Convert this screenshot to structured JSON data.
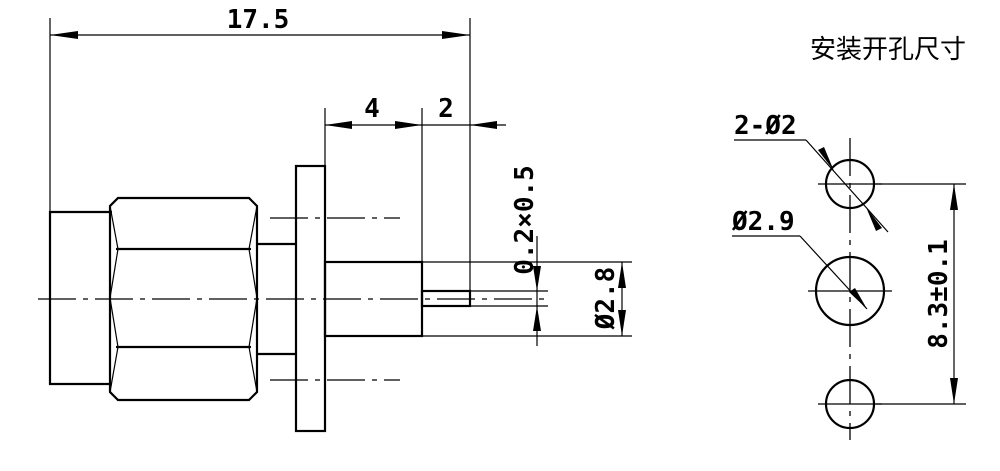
{
  "side_view": {
    "overall_length": "17.5",
    "flange_to_pin_step": "4",
    "pin_length": "2",
    "pin_diameter_tolerance": "0.2×0.5",
    "body_diameter": "Ø2.8"
  },
  "mounting_holes": {
    "title": "安装开孔尺寸",
    "small_hole_label": "2-Ø2",
    "center_hole_label": "Ø2.9",
    "hole_spacing": "8.3±0.1"
  }
}
